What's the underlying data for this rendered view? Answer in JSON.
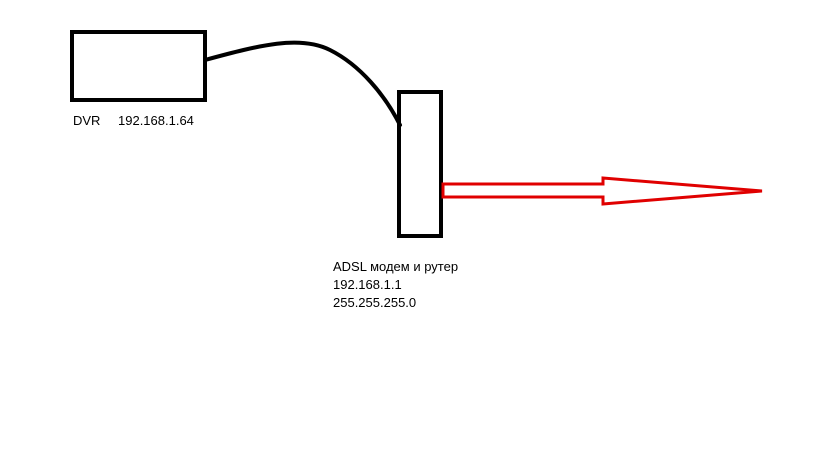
{
  "dvr": {
    "name": "DVR",
    "ip": "192.168.1.64"
  },
  "modem": {
    "name": "ADSL модем и рутер",
    "ip": "192.168.1.1",
    "mask": "255.255.255.0"
  },
  "colors": {
    "stroke": "#000000",
    "arrow": "#e00000",
    "background": "#ffffff"
  }
}
